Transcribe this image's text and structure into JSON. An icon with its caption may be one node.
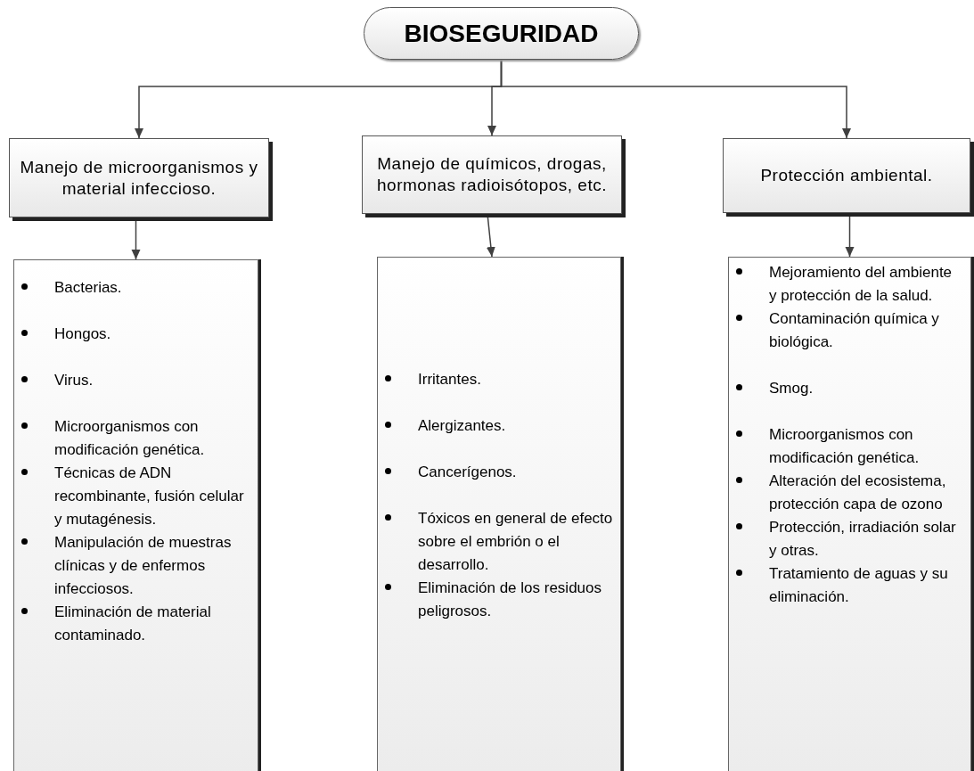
{
  "diagram": {
    "nodes": [
      {
        "text": [
          "BIOSEGURIDAD"
        ]
      },
      {
        "text": [
          "Manejo de microorganismos y material infeccioso."
        ]
      },
      {
        "text": [
          "Manejo de químicos, drogas, hormonas radioisótopos, etc."
        ]
      },
      {
        "text": [
          "Protección ambiental."
        ]
      },
      {
        "text": [
          "Bacterias.",
          "Hongos.",
          "Virus.",
          "Microorganismos con modificación genética.",
          "Técnicas de ADN recombinante, fusión celular y mutagénesis.",
          "Manipulación de muestras clínicas y de enfermos infecciosos.",
          "Eliminación de material contaminado."
        ]
      },
      {
        "text": [
          "Irritantes.",
          "Alergizantes.",
          "Cancerígenos.",
          "Tóxicos en general de efecto sobre el embrión o el desarrollo.",
          "Eliminación de los residuos peligrosos."
        ]
      },
      {
        "text": [
          "Mejoramiento del ambiente y protección de la salud.",
          "Contaminación química y biológica.",
          "Smog.",
          "Microorganismos con modificación genética.",
          "Alteración del ecosistema, protección capa de ozono",
          "Protección, irradiación solar y otras.",
          "Tratamiento de aguas y su eliminación."
        ]
      }
    ],
    "edges": [
      {
        "from": 0,
        "to": 1,
        "arrow": "to"
      },
      {
        "from": 0,
        "to": 2,
        "arrow": "to"
      },
      {
        "from": 0,
        "to": 3,
        "arrow": "to"
      },
      {
        "from": 1,
        "to": 4,
        "arrow": "to"
      },
      {
        "from": 2,
        "to": 5,
        "arrow": "to"
      },
      {
        "from": 3,
        "to": 6,
        "arrow": "to"
      }
    ]
  }
}
